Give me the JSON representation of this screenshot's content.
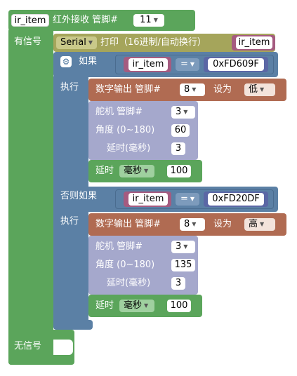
{
  "root": {
    "var_name": "ir_item",
    "header_text": "红外接收 管脚#",
    "pin": "11",
    "has_signal_label": "有信号",
    "no_signal_label": "无信号"
  },
  "print_block": {
    "serial_dropdown": "Serial",
    "label": "打印（16进制/自动换行）",
    "var_name": "ir_item"
  },
  "if_block": {
    "if_label": "如果",
    "do_label": "执行",
    "elseif_label": "否则如果",
    "do2_label": "执行",
    "gear_icon": "gear-icon"
  },
  "branch1": {
    "var_name": "ir_item",
    "operator": "=",
    "code": "0xFD609F",
    "digital_label": "数字输出 管脚#",
    "digital_pin": "8",
    "set_label": "设为",
    "level": "低",
    "servo_label": "舵机  管脚#",
    "servo_pin": "3",
    "angle_label": "角度 (0~180)",
    "angle": "60",
    "servo_delay_label": "延时(毫秒)",
    "servo_delay": "3",
    "delay_label": "延时",
    "delay_unit": "毫秒",
    "delay": "100"
  },
  "branch2": {
    "var_name": "ir_item",
    "operator": "=",
    "code": "0xFD20DF",
    "digital_label": "数字输出 管脚#",
    "digital_pin": "8",
    "set_label": "设为",
    "level": "高",
    "servo_label": "舵机  管脚#",
    "servo_pin": "3",
    "angle_label": "角度 (0~180)",
    "angle": "135",
    "servo_delay_label": "延时(毫秒)",
    "servo_delay": "3",
    "delay_label": "延时",
    "delay_unit": "毫秒",
    "delay": "100"
  },
  "colors": {
    "root_green": "#5ba55b",
    "logic_blue": "#5b80a5",
    "text_olive": "#a5a55b",
    "variable_pink": "#a55b80",
    "io_brown": "#b06b52",
    "math_blue": "#5b67a5",
    "servo_slate": "#a5a8cc",
    "time_green": "#5ba55b"
  }
}
